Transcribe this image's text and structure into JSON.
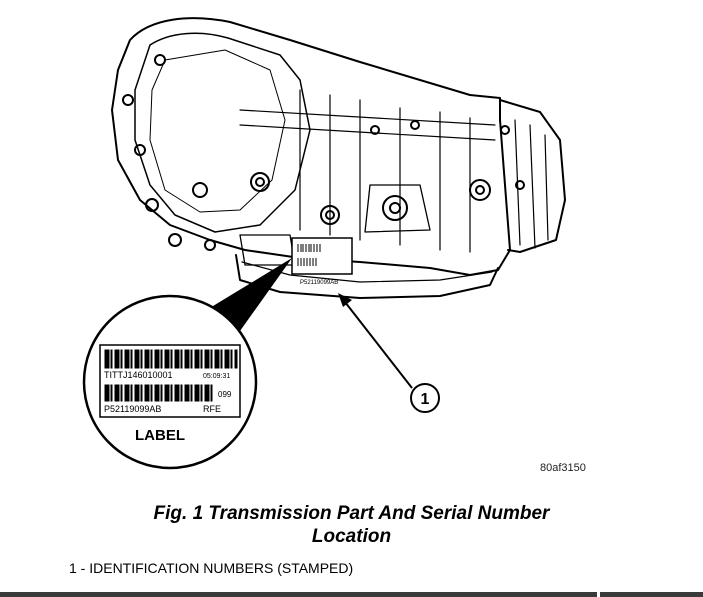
{
  "figure": {
    "label_detail": {
      "serial": "TITTJ146010001",
      "time": "05:09:31",
      "code": "099",
      "part_number": "P52119099AB",
      "type": "RFE",
      "caption": "LABEL"
    },
    "plate_text": "P52119099AB",
    "callout_number": "1",
    "figure_code": "80af3150"
  },
  "caption": {
    "line1": "Fig. 1 Transmission Part And Serial Number",
    "line2": "Location"
  },
  "legend": {
    "item1": "1 - IDENTIFICATION NUMBERS (STAMPED)"
  }
}
